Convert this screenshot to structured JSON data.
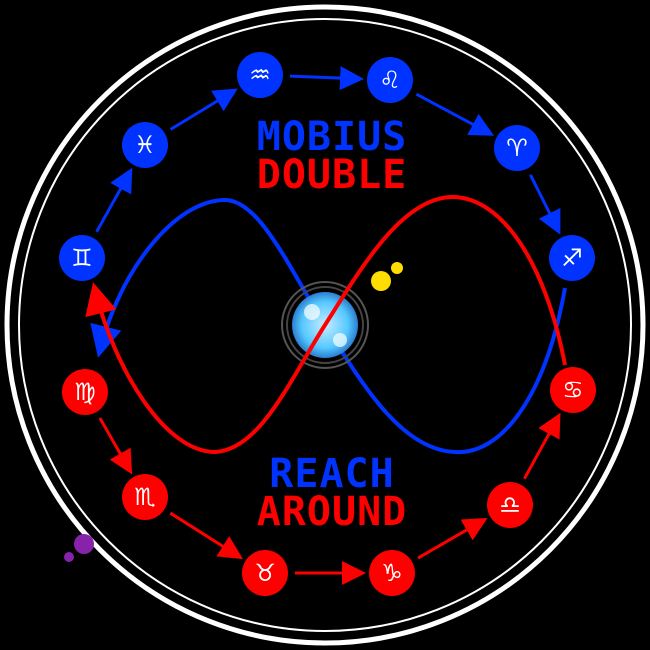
{
  "title": {
    "line1": "MOBIUS",
    "line2": "DOUBLE"
  },
  "subtitle": {
    "line1": "REACH",
    "line2": "AROUND"
  },
  "colors": {
    "blue": "#0033ff",
    "red": "#ff0000",
    "ring": "#ffffff",
    "sun": "#ffdd00",
    "purple": "#8822aa",
    "planet": "#55c8ff"
  },
  "blue_signs": [
    {
      "name": "gemini",
      "glyph": "♊︎"
    },
    {
      "name": "pisces",
      "glyph": "♓︎"
    },
    {
      "name": "aquarius",
      "glyph": "♒︎"
    },
    {
      "name": "leo",
      "glyph": "♌︎"
    },
    {
      "name": "aries",
      "glyph": "♈︎"
    },
    {
      "name": "sagittarius",
      "glyph": "♐︎"
    }
  ],
  "red_signs": [
    {
      "name": "virgo",
      "glyph": "♍︎"
    },
    {
      "name": "scorpio",
      "glyph": "♏︎"
    },
    {
      "name": "taurus",
      "glyph": "♉︎"
    },
    {
      "name": "capricorn",
      "glyph": "♑︎"
    },
    {
      "name": "libra",
      "glyph": "♎︎"
    },
    {
      "name": "cancer",
      "glyph": "♋︎"
    }
  ]
}
